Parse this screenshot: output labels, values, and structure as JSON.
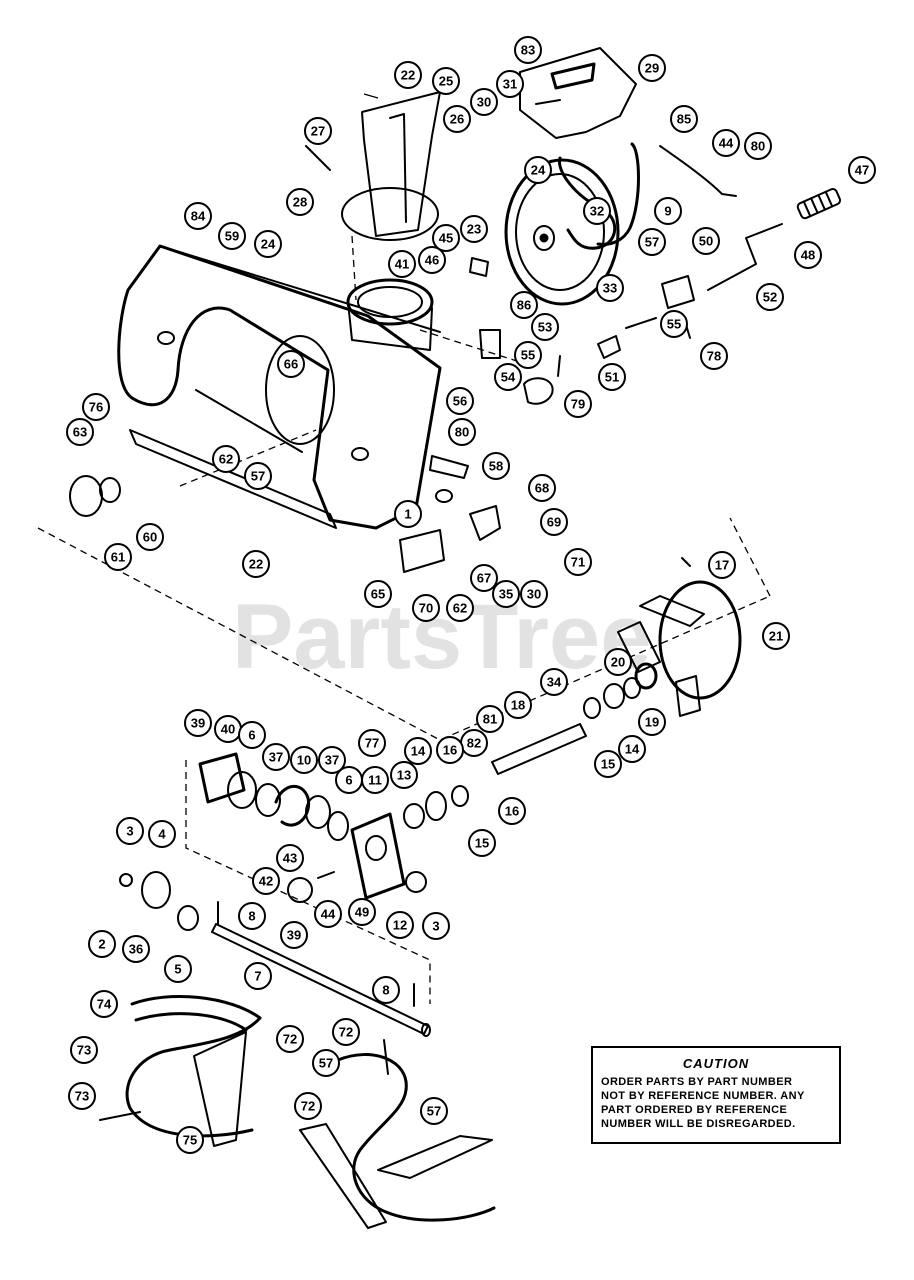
{
  "watermark": "PartsTree",
  "caution": {
    "title": "CAUTION",
    "lines": [
      "ORDER PARTS BY PART NUMBER",
      "NOT BY REFERENCE NUMBER. ANY",
      "PART ORDERED BY REFERENCE",
      "NUMBER WILL BE DISREGARDED."
    ]
  },
  "callouts": [
    "83",
    "29",
    "22",
    "25",
    "31",
    "30",
    "26",
    "27",
    "85",
    "44",
    "80",
    "24",
    "28",
    "9",
    "32",
    "47",
    "84",
    "59",
    "24",
    "23",
    "45",
    "46",
    "41",
    "57",
    "50",
    "48",
    "33",
    "86",
    "53",
    "52",
    "55",
    "55",
    "66",
    "54",
    "51",
    "78",
    "79",
    "56",
    "76",
    "80",
    "63",
    "62",
    "57",
    "58",
    "68",
    "1",
    "69",
    "61",
    "60",
    "22",
    "71",
    "67",
    "65",
    "35",
    "70",
    "62",
    "30",
    "17",
    "21",
    "20",
    "34",
    "18",
    "19",
    "77",
    "39",
    "40",
    "6",
    "37",
    "10",
    "37",
    "6",
    "14",
    "81",
    "82",
    "15",
    "14",
    "16",
    "11",
    "13",
    "16",
    "15",
    "3",
    "4",
    "43",
    "42",
    "44",
    "49",
    "12",
    "3",
    "8",
    "2",
    "36",
    "5",
    "39",
    "7",
    "8",
    "74",
    "73",
    "72",
    "57",
    "72",
    "73",
    "75",
    "72",
    "57"
  ]
}
